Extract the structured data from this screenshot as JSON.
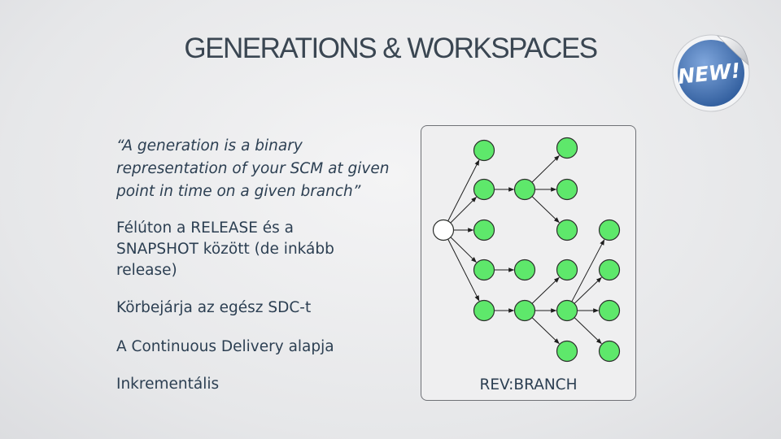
{
  "slide": {
    "title": "GENERATIONS & WORKSPACES",
    "badge": "NEW!",
    "quote_lines": [
      "“A generation is a binary",
      "representation of your SCM at given",
      "point in time on a given branch”"
    ],
    "bullet_1_lines": [
      "Félúton a RELEASE és a",
      "SNAPSHOT között (de inkább",
      "release)"
    ],
    "bullet_2": "Körbejárja az egész SDC-t",
    "bullet_3": "A Continuous Delivery alapja",
    "bullet_4": "Inkrementális",
    "diagram_caption": "REV:BRANCH"
  },
  "colors": {
    "node_fill": "#5ee86b",
    "node_stroke": "#2c2f2c",
    "root_fill": "#ffffff",
    "badge_blue": "#3f6fb0",
    "text": "#2c3f52"
  },
  "diagram": {
    "nodes": [
      {
        "id": "root",
        "root": true
      },
      {
        "id": "a1"
      },
      {
        "id": "a2"
      },
      {
        "id": "a3"
      },
      {
        "id": "a4"
      },
      {
        "id": "a5"
      },
      {
        "id": "b2"
      },
      {
        "id": "b4"
      },
      {
        "id": "b5"
      },
      {
        "id": "c1"
      },
      {
        "id": "c2"
      },
      {
        "id": "c3"
      },
      {
        "id": "c4"
      },
      {
        "id": "c5"
      },
      {
        "id": "c6"
      },
      {
        "id": "d3"
      },
      {
        "id": "d4"
      },
      {
        "id": "d5"
      },
      {
        "id": "d6"
      }
    ],
    "edges": [
      [
        "root",
        "a1"
      ],
      [
        "root",
        "a2"
      ],
      [
        "root",
        "a3"
      ],
      [
        "root",
        "a4"
      ],
      [
        "root",
        "a5"
      ],
      [
        "a2",
        "b2"
      ],
      [
        "b2",
        "c1"
      ],
      [
        "b2",
        "c2"
      ],
      [
        "b2",
        "c3"
      ],
      [
        "a4",
        "b4"
      ],
      [
        "a5",
        "b5"
      ],
      [
        "b5",
        "c4"
      ],
      [
        "b5",
        "c5"
      ],
      [
        "b5",
        "c6"
      ],
      [
        "c5",
        "d3"
      ],
      [
        "c5",
        "d4"
      ],
      [
        "c5",
        "d5"
      ],
      [
        "c5",
        "d6"
      ]
    ]
  }
}
